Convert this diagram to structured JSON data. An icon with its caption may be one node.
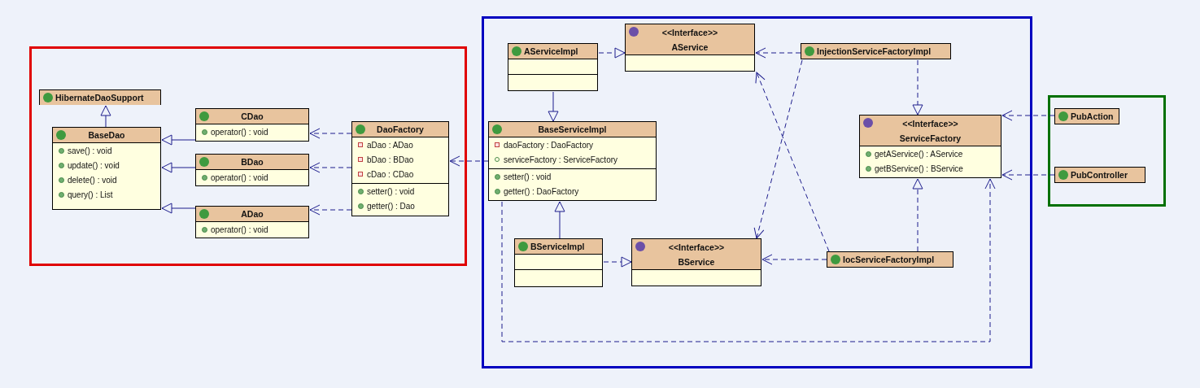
{
  "diagram": {
    "nodes": [
      {
        "text": [],
        "shape": "box"
      },
      {
        "text": [
          "HibernateDaoSupport"
        ],
        "in": 0
      },
      {
        "text": [
          "BaseDao",
          "save() : void",
          "update() : void",
          "delete() : void",
          "query() : List"
        ],
        "in": 0
      },
      {
        "text": [
          "CDao",
          "operator() : void"
        ],
        "in": 0
      },
      {
        "text": [
          "BDao",
          "operator() : void"
        ],
        "in": 0
      },
      {
        "text": [
          "ADao",
          "operator() : void"
        ],
        "in": 0
      },
      {
        "text": [
          "DaoFactory",
          "aDao : ADao",
          "bDao : BDao",
          "cDao : CDao",
          "setter() : void",
          "getter() : Dao"
        ],
        "in": 0
      },
      {
        "text": [],
        "shape": "box"
      },
      {
        "text": [
          "AServiceImpl"
        ],
        "in": 7
      },
      {
        "text": [
          "<<Interface>>",
          "AService"
        ],
        "in": 7
      },
      {
        "text": [
          "InjectionServiceFactoryImpl"
        ],
        "in": 7
      },
      {
        "text": [
          "BaseServiceImpl",
          "daoFactory : DaoFactory",
          "serviceFactory : ServiceFactory",
          "setter() : void",
          "getter() : DaoFactory"
        ],
        "in": 7
      },
      {
        "text": [
          "<<Interface>>",
          "ServiceFactory",
          "getAService() : AService",
          "getBService() : BService"
        ],
        "in": 7
      },
      {
        "text": [
          "BServiceImpl"
        ],
        "in": 7
      },
      {
        "text": [
          "<<Interface>>",
          "BService"
        ],
        "in": 7
      },
      {
        "text": [
          "IocServiceFactoryImpl"
        ],
        "in": 7
      },
      {
        "text": [],
        "shape": "box"
      },
      {
        "text": [
          "PubAction"
        ],
        "in": 16
      },
      {
        "text": [
          "PubController"
        ],
        "in": 16
      }
    ],
    "edges": [
      {
        "from": 2,
        "to": 1,
        "arrow": "to"
      },
      {
        "from": 3,
        "to": 2,
        "arrow": "to"
      },
      {
        "from": 4,
        "to": 2,
        "arrow": "to"
      },
      {
        "from": 5,
        "to": 2,
        "arrow": "to"
      },
      {
        "from": 6,
        "to": 3,
        "arrow": "to",
        "style": "dashed"
      },
      {
        "from": 6,
        "to": 4,
        "arrow": "to",
        "style": "dashed"
      },
      {
        "from": 6,
        "to": 5,
        "arrow": "to",
        "style": "dashed"
      },
      {
        "from": 11,
        "to": 6,
        "arrow": "to",
        "style": "dashed"
      },
      {
        "from": 8,
        "to": 9,
        "arrow": "to",
        "style": "dashed"
      },
      {
        "from": 8,
        "to": 11,
        "arrow": "to"
      },
      {
        "from": 13,
        "to": 11,
        "arrow": "to"
      },
      {
        "from": 13,
        "to": 14,
        "arrow": "to",
        "style": "dashed"
      },
      {
        "from": 10,
        "to": 9,
        "arrow": "to",
        "style": "dashed"
      },
      {
        "from": 10,
        "to": 14,
        "arrow": "to",
        "style": "dashed"
      },
      {
        "from": 10,
        "to": 12,
        "arrow": "to",
        "style": "dashed"
      },
      {
        "from": 15,
        "to": 9,
        "arrow": "to",
        "style": "dashed"
      },
      {
        "from": 15,
        "to": 14,
        "arrow": "to",
        "style": "dashed"
      },
      {
        "from": 15,
        "to": 12,
        "arrow": "to",
        "style": "dashed"
      },
      {
        "from": 11,
        "to": 12,
        "arrow": "to",
        "style": "dashed"
      },
      {
        "from": 17,
        "to": 12,
        "arrow": "to",
        "style": "dashed"
      },
      {
        "from": 18,
        "to": 12,
        "arrow": "to",
        "style": "dashed"
      }
    ]
  }
}
